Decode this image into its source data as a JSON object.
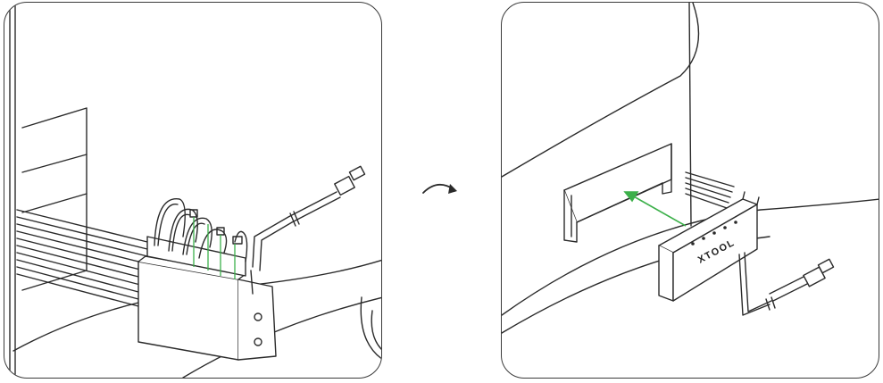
{
  "colors": {
    "line": "#2a2a2a",
    "accent_arrow": "#3cb04a",
    "background": "#ffffff",
    "panel_border": "#3a3a3a"
  },
  "left_panel": {
    "description_icon": "usb-hub-with-cables-icon",
    "cable_count": 5
  },
  "right_panel": {
    "brand_label": "XTOOL",
    "indicator_dots": 5
  },
  "flow_icon": "curved-arrow-right-icon"
}
